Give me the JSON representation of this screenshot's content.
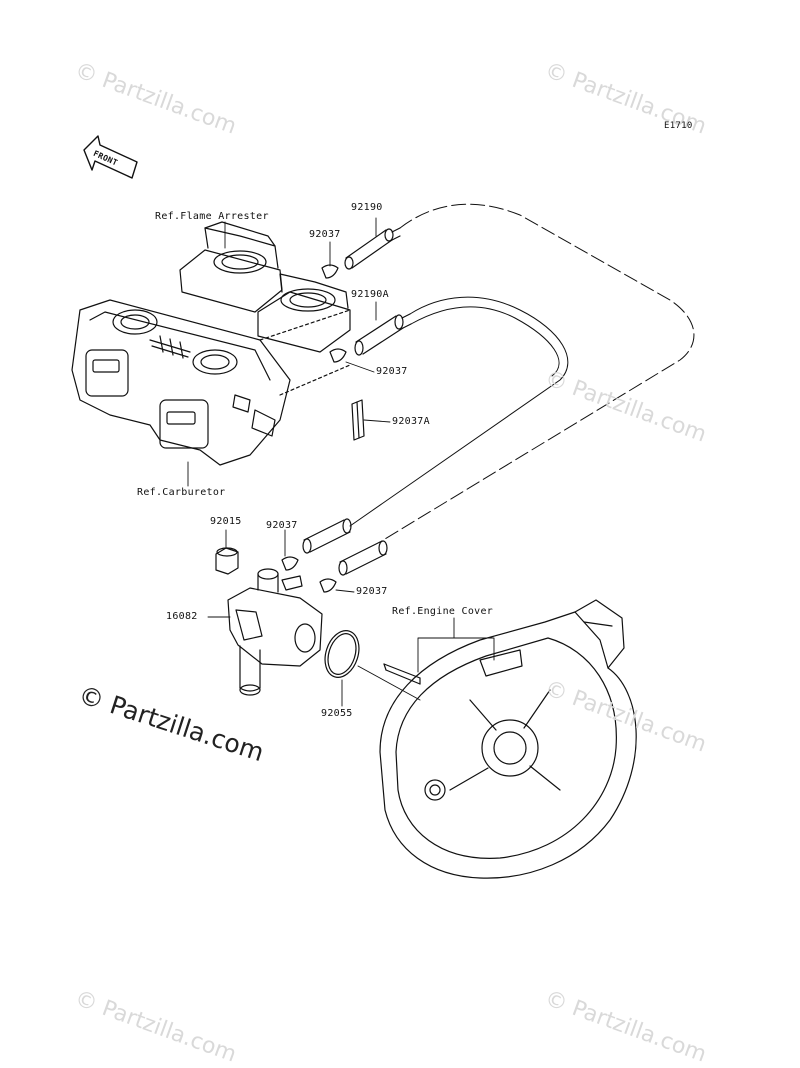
{
  "diagram_code": "E1710",
  "front_label": "FRONT",
  "labels": {
    "flame_arrester": "Ref.Flame Arrester",
    "carburetor": "Ref.Carburetor",
    "engine_cover": "Ref.Engine Cover",
    "p92190": "92190",
    "p92190a": "92190A",
    "p92037_a": "92037",
    "p92037_b": "92037",
    "p92037a": "92037A",
    "p92015": "92015",
    "p92037_c": "92037",
    "p92037_d": "92037",
    "p16082": "16082",
    "p92055": "92055"
  },
  "watermark": {
    "small": "© Partzilla.com",
    "large": "© Partzilla.com"
  }
}
